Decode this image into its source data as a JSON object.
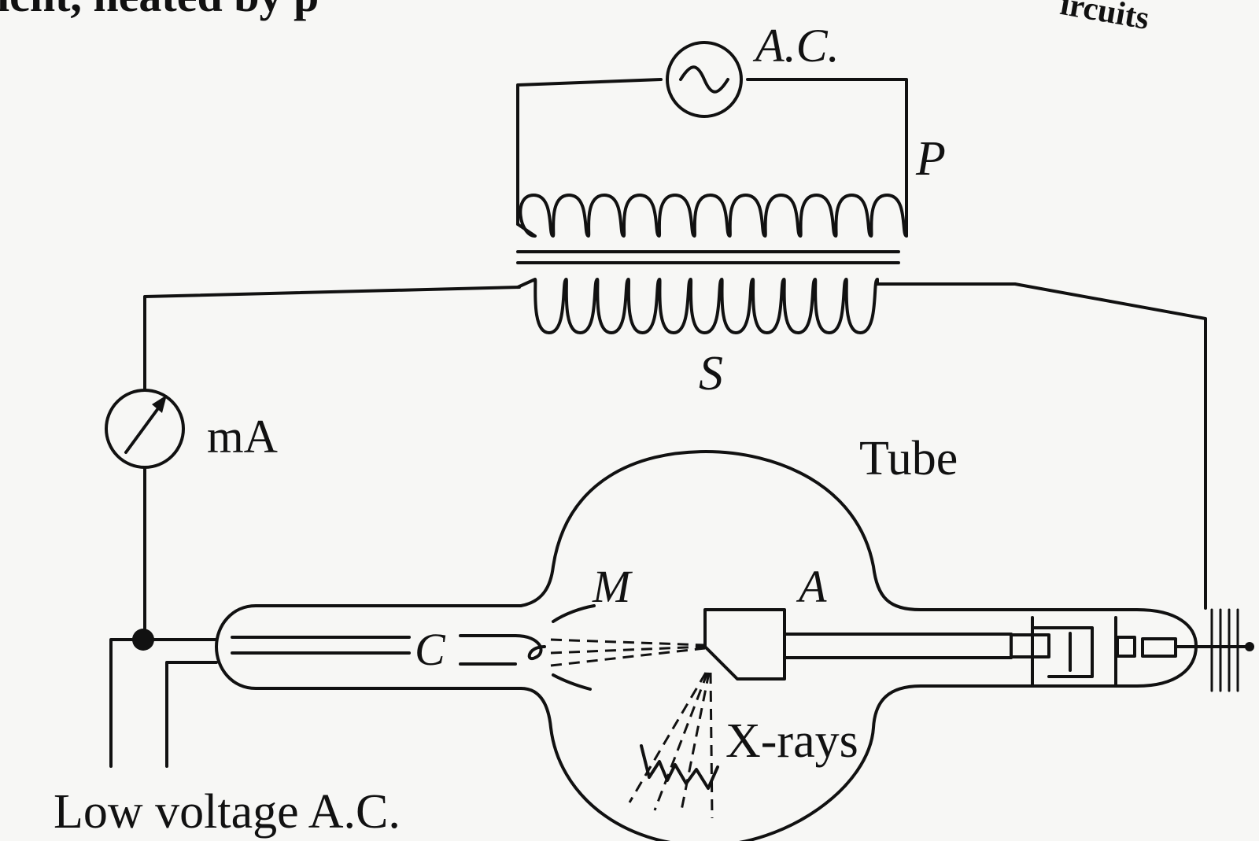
{
  "header_fragment_left": "icnt, heated by p",
  "header_fragment_right": "ircuits",
  "labels": {
    "ac_source": "A.C.",
    "primary": "P",
    "secondary": "S",
    "meter": "mA",
    "tube": "Tube",
    "focusing_cup": "M",
    "cathode": "C",
    "anode": "A",
    "xrays": "X-rays",
    "low_voltage": "Low voltage A.C."
  }
}
